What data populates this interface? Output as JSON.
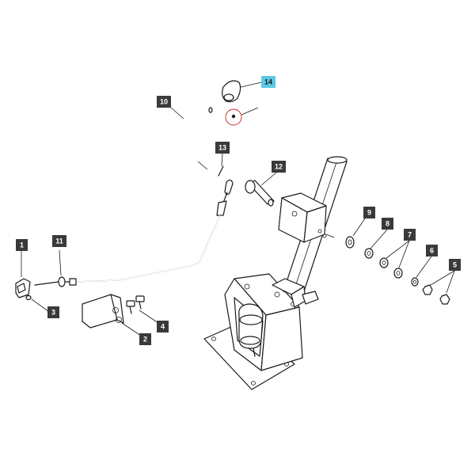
{
  "diagram": {
    "colors": {
      "callout_box": "#3a3a3a",
      "callout_text": "#ffffff",
      "highlight_box": "#5bc8e6",
      "highlight_text": "#1a1a1a",
      "highlight_ring": "#cc2222",
      "line": "#1a1a1a",
      "shading": "#9a9a9a"
    },
    "callouts": [
      {
        "id": "callout-1",
        "label": "1",
        "highlighted": false
      },
      {
        "id": "callout-2",
        "label": "2",
        "highlighted": false
      },
      {
        "id": "callout-3",
        "label": "3",
        "highlighted": false
      },
      {
        "id": "callout-4",
        "label": "4",
        "highlighted": false
      },
      {
        "id": "callout-5",
        "label": "5",
        "highlighted": false
      },
      {
        "id": "callout-6",
        "label": "6",
        "highlighted": false
      },
      {
        "id": "callout-7",
        "label": "7",
        "highlighted": false
      },
      {
        "id": "callout-8",
        "label": "8",
        "highlighted": false
      },
      {
        "id": "callout-9",
        "label": "9",
        "highlighted": false
      },
      {
        "id": "callout-10",
        "label": "10",
        "highlighted": false
      },
      {
        "id": "callout-11",
        "label": "11",
        "highlighted": false
      },
      {
        "id": "callout-12",
        "label": "12",
        "highlighted": false
      },
      {
        "id": "callout-13",
        "label": "13",
        "highlighted": false
      },
      {
        "id": "callout-14",
        "label": "14",
        "highlighted": true
      }
    ]
  }
}
